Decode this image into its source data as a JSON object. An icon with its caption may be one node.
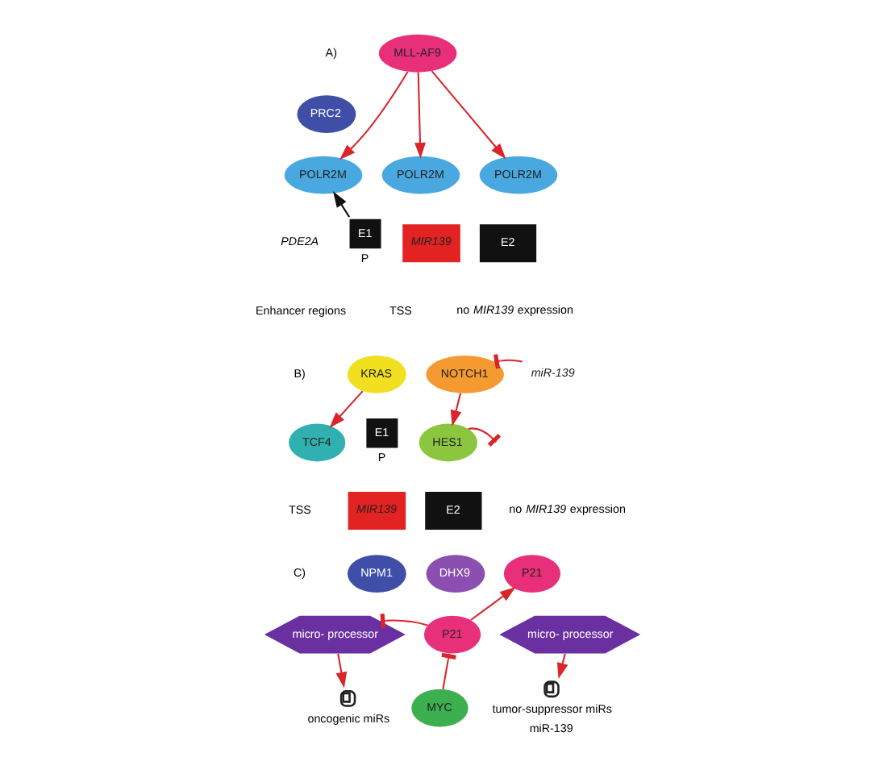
{
  "diagram": {
    "nodes": [
      {
        "text": [
          "MLL-AF9"
        ]
      },
      {
        "text": [
          "PRC2"
        ]
      },
      {
        "text": [
          "E1"
        ],
        "beside": [
          "P"
        ]
      },
      {
        "text": [
          "POLR2M"
        ]
      },
      {
        "text": [
          "POLR2M"
        ]
      },
      {
        "text": [
          "POLR2M"
        ]
      },
      {
        "text": [
          "MIR139"
        ]
      },
      {
        "text": [
          "E2"
        ]
      },
      {
        "text": [
          "KRAS"
        ]
      },
      {
        "text": [
          "NOTCH1"
        ]
      },
      {
        "text": [
          "miR-139"
        ]
      },
      {
        "text": [
          "TCF4"
        ]
      },
      {
        "text": [
          "E1"
        ],
        "beside": [
          "P"
        ]
      },
      {
        "text": [
          "HES1"
        ]
      },
      {
        "text": [
          "MIR139"
        ]
      },
      {
        "text": [
          "E2"
        ]
      },
      {
        "text": [
          "NPM1"
        ]
      },
      {
        "text": [
          "DHX9"
        ]
      },
      {
        "text": [
          "micro- processor"
        ]
      },
      {
        "text": [
          "P21"
        ]
      },
      {
        "text": [
          "P21"
        ]
      },
      {
        "text": [
          "micro- processor"
        ]
      },
      {
        "text": [
          "MYC"
        ]
      },
      {
        "text": [],
        "shape": "hairpin",
        "beside": [
          "oncogenic miRs"
        ]
      },
      {
        "text": [],
        "shape": "hairpin",
        "beside": [
          "tumor-suppressor miRs",
          "miR-139"
        ]
      }
    ],
    "edges": [
      {
        "from": 0,
        "to": 3,
        "arrow": "to",
        "color": "#d9252b"
      },
      {
        "from": 0,
        "to": 4,
        "arrow": "to",
        "color": "#d9252b"
      },
      {
        "from": 0,
        "to": 5,
        "arrow": "to",
        "color": "#d9252b"
      },
      {
        "from": 2,
        "to": 3,
        "arrow": "to",
        "color": "#111111"
      },
      {
        "from": 8,
        "to": 11,
        "arrow": "to",
        "color": "#d9252b"
      },
      {
        "from": 9,
        "to": 13,
        "arrow": "to",
        "color": "#d9252b"
      },
      {
        "from": 10,
        "to": 9,
        "arrow": "other",
        "color": "#d9252b"
      },
      {
        "from": 13,
        "to": null,
        "arrow": "other",
        "color": "#d9252b"
      },
      {
        "from": 19,
        "to": 18,
        "arrow": "other",
        "color": "#d9252b"
      },
      {
        "from": 19,
        "to": 20,
        "arrow": "to",
        "color": "#d9252b"
      },
      {
        "from": 22,
        "to": 19,
        "arrow": "other",
        "color": "#d9252b"
      },
      {
        "from": 18,
        "to": 23,
        "arrow": "to",
        "color": "#d9252b"
      },
      {
        "from": 21,
        "to": 24,
        "arrow": "to",
        "color": "#d9252b"
      }
    ],
    "labels": [
      "A)",
      "PDE2A",
      "Enhancer regions",
      "TSS",
      "no *MIR139* expression",
      "B)",
      "TSS",
      "no *MIR139* expression",
      "C)"
    ]
  }
}
